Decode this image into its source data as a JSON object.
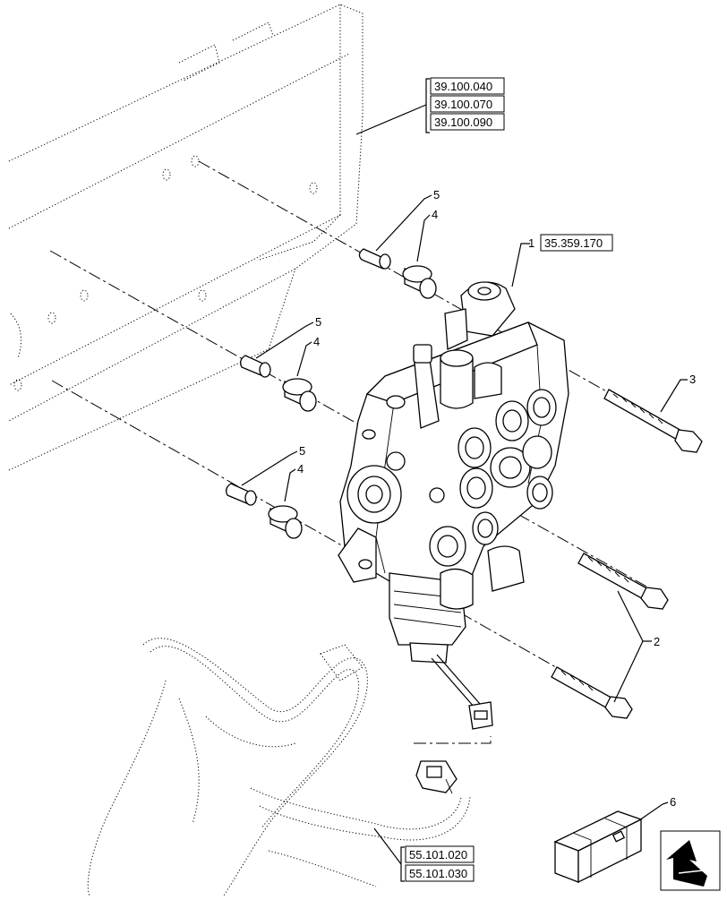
{
  "reference_groups": [
    {
      "id": "frame",
      "codes": [
        "39.100.040",
        "39.100.070",
        "39.100.090"
      ]
    },
    {
      "id": "valve",
      "codes": [
        "35.359.170"
      ]
    },
    {
      "id": "harness",
      "codes": [
        "55.101.020",
        "55.101.030"
      ]
    }
  ],
  "callouts": [
    {
      "number": "1",
      "part": "control-valve"
    },
    {
      "number": "2",
      "part": "bolt-lower"
    },
    {
      "number": "3",
      "part": "bolt-upper"
    },
    {
      "number": "4",
      "part": "spacer-top"
    },
    {
      "number": "4",
      "part": "spacer-middle"
    },
    {
      "number": "4",
      "part": "spacer-bottom"
    },
    {
      "number": "5",
      "part": "bushing-top"
    },
    {
      "number": "5",
      "part": "bushing-middle"
    },
    {
      "number": "5",
      "part": "bushing-bottom"
    },
    {
      "number": "6",
      "part": "kit-box"
    }
  ],
  "icons": [
    "kit-crate-icon",
    "navigation-arrow-icon"
  ]
}
